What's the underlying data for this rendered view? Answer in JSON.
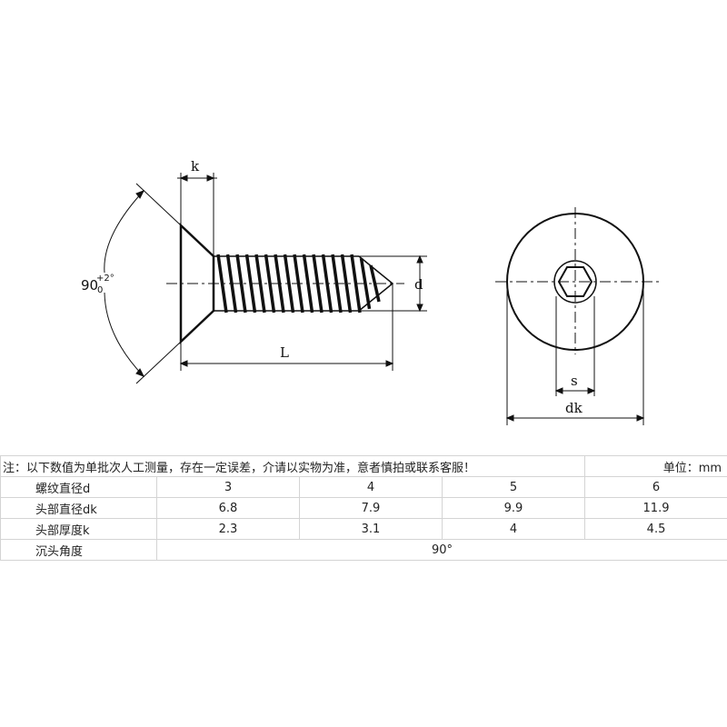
{
  "drawing": {
    "labels": {
      "k": "k",
      "d": "d",
      "L": "L",
      "s": "s",
      "dk": "dk",
      "angle": "90",
      "angle_tol_upper": "+2°",
      "angle_tol_lower": "0"
    }
  },
  "table": {
    "note": "注：以下数值为单批次人工测量，存在一定误差，介请以实物为准，意者慎拍或联系客服！",
    "unit": "单位：mm",
    "rows": [
      {
        "label": "螺纹直径d",
        "values": [
          "3",
          "4",
          "5",
          "6"
        ]
      },
      {
        "label": "头部直径dk",
        "values": [
          "6.8",
          "7.9",
          "9.9",
          "11.9"
        ]
      },
      {
        "label": "头部厚度k",
        "values": [
          "2.3",
          "3.1",
          "4",
          "4.5"
        ]
      }
    ],
    "angle_row": {
      "label": "沉头角度",
      "value": "90°"
    }
  }
}
